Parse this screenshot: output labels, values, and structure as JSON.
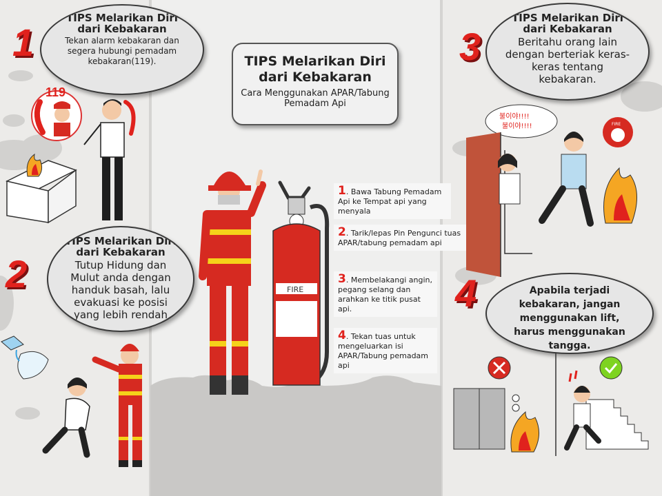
{
  "main": {
    "title": "TIPS Melarikan Diri dari Kebakaran",
    "subtitle": "Cara Menggunakan APAR/Tabung Pemadam Api"
  },
  "tip1": {
    "number": "1",
    "title": "TIPS Melarikan Diri dari Kebakaran",
    "text": "Tekan alarm kebakaran dan segera hubungi pemadam kebakaran(119)."
  },
  "tip2": {
    "number": "2",
    "title": "TIPS Melarikan Diri dari Kebakaran",
    "text": "Tutup Hidung dan Mulut anda dengan handuk basah, lalu evakuasi ke posisi yang lebih rendah"
  },
  "tip3": {
    "number": "3",
    "title": "TIPS Melarikan Diri dari Kebakaran",
    "text": "Beritahu orang lain dengan berteriak keras-keras tentang kebakaran."
  },
  "tip4": {
    "number": "4",
    "text": "Apabila terjadi kebakaran, jangan menggunakan lift, harus menggunakan tangga."
  },
  "steps": [
    {
      "n": "1",
      "text": ". Bawa Tabung Pemadam Api ke Tempat api yang menyala"
    },
    {
      "n": "2",
      "text": ". Tarik/lepas Pin Pengunci tuas APAR/tabung pemadam api"
    },
    {
      "n": "3",
      "text": ". Membelakangi angin, pegang selang dan arahkan ke titik pusat api."
    },
    {
      "n": "4",
      "text": ". Tekan tuas untuk mengeluarkan isi APAR/Tabung pemadam api"
    }
  ],
  "illustration": {
    "phone_number": "119",
    "extinguisher_label": "FIRE",
    "shout_line1": "불이야!!!!",
    "shout_line2": "불이야!!!!",
    "alarm_label": "FIRE"
  },
  "colors": {
    "accent": "#e0221d",
    "fire_orange": "#f5a623",
    "ok_green": "#7ed321"
  }
}
